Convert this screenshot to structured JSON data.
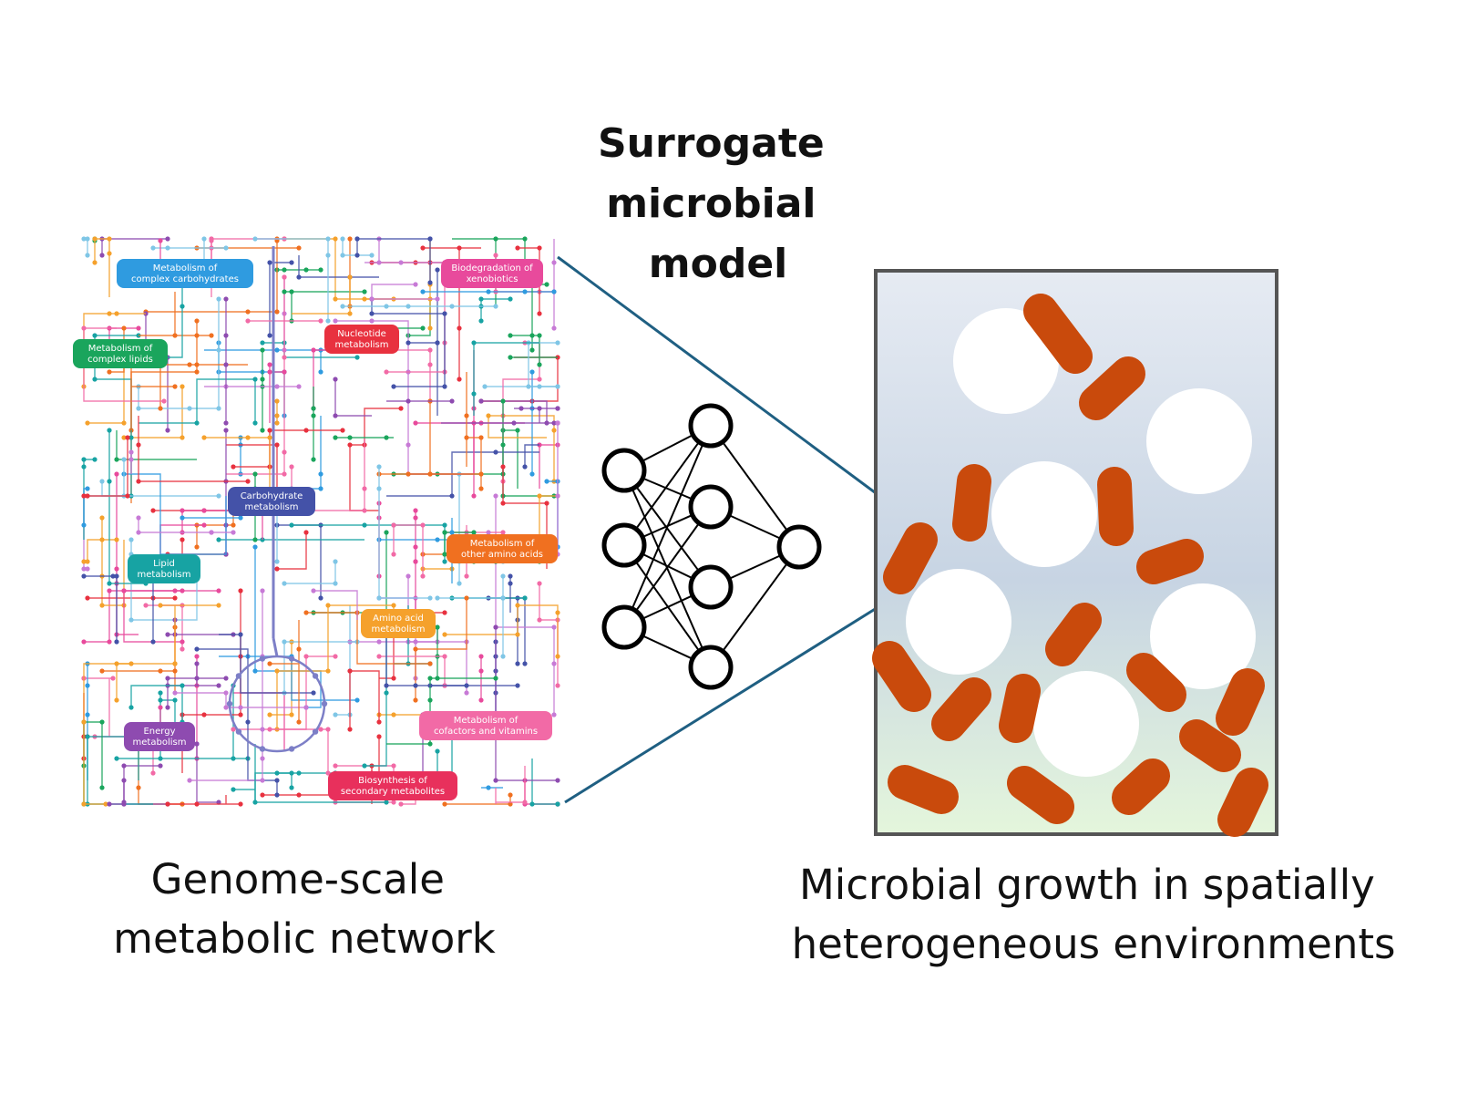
{
  "title_lines": [
    "Surrogate",
    "microbial",
    "model"
  ],
  "left_caption": [
    "Genome-scale",
    "metabolic network"
  ],
  "right_caption": [
    "Microbial growth in spatially",
    "heterogeneous environments"
  ],
  "modules": [
    {
      "key": "complex-carbohydrates",
      "lines": [
        "Metabolism of",
        "complex carbohydrates"
      ],
      "color": "#2f9be0"
    },
    {
      "key": "complex-lipids",
      "lines": [
        "Metabolism of",
        "complex lipids"
      ],
      "color": "#1aa55c"
    },
    {
      "key": "nucleotide",
      "lines": [
        "Nucleotide",
        "metabolism"
      ],
      "color": "#e8313f"
    },
    {
      "key": "xenobiotics",
      "lines": [
        "Biodegradation of",
        "xenobiotics"
      ],
      "color": "#e84a9c"
    },
    {
      "key": "carbohydrate",
      "lines": [
        "Carbohydrate",
        "metabolism"
      ],
      "color": "#4452a8"
    },
    {
      "key": "other-amino-acids",
      "lines": [
        "Metabolism of",
        "other amino acids"
      ],
      "color": "#f07020"
    },
    {
      "key": "lipid",
      "lines": [
        "Lipid",
        "metabolism"
      ],
      "color": "#17a3a3"
    },
    {
      "key": "amino-acid",
      "lines": [
        "Amino acid",
        "metabolism"
      ],
      "color": "#f5a12c"
    },
    {
      "key": "cofactors-vitamins",
      "lines": [
        "Metabolism of",
        "cofactors and vitamins"
      ],
      "color": "#f26aa6"
    },
    {
      "key": "energy",
      "lines": [
        "Energy",
        "metabolism"
      ],
      "color": "#8e4bb0"
    },
    {
      "key": "secondary-metabolites",
      "lines": [
        "Biosynthesis of",
        "secondary metabolites"
      ],
      "color": "#e8305c"
    }
  ],
  "colors": {
    "connector": "#1f5f82",
    "bacteria": "#c94a0c",
    "frame": "#555555",
    "gradient_top": "#e6ebf3",
    "gradient_mid": "#c7d4e3",
    "gradient_bottom": "#e4f6dc",
    "network_palette": [
      "#2f9be0",
      "#1aa55c",
      "#e8313f",
      "#e84a9c",
      "#4452a8",
      "#f07020",
      "#17a3a3",
      "#f5a12c",
      "#f26aa6",
      "#8e4bb0",
      "#c77ad6",
      "#7fc6e6"
    ]
  },
  "neural_network": {
    "layers": [
      3,
      4,
      1
    ]
  }
}
